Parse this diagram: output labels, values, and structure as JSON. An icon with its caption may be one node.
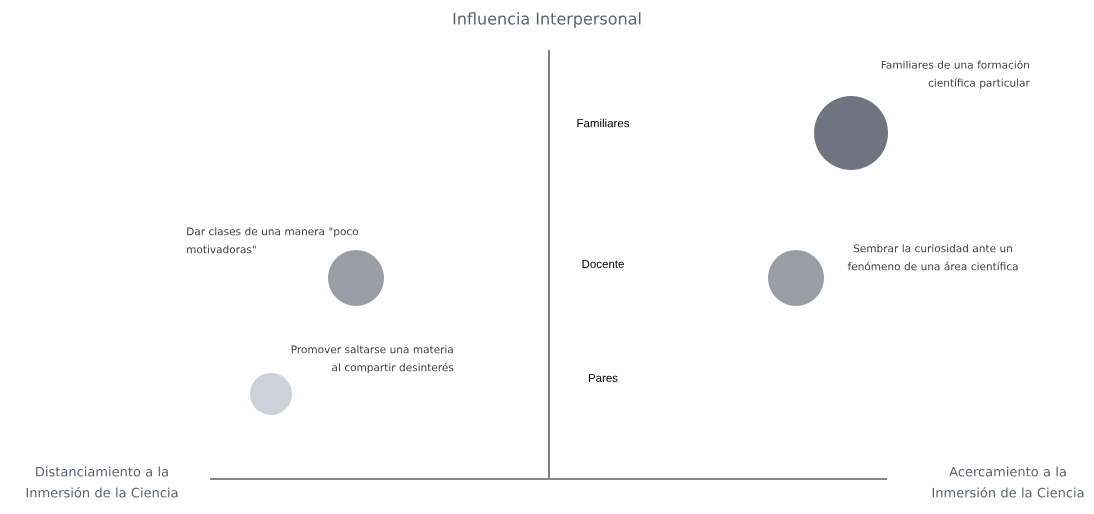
{
  "diagram": {
    "title": "Influencia Interpersonal",
    "nodes": [
      {
        "text": [],
        "shape": "circle",
        "beside": [
          "Familiares de una formación científica particular"
        ]
      },
      {
        "text": [],
        "shape": "circle",
        "beside": [
          "Dar clases de una manera \"poco motivadoras\""
        ]
      },
      {
        "text": [],
        "shape": "circle",
        "beside": [
          "Sembrar la curiosidad ante un fenómeno de una área científica"
        ]
      },
      {
        "text": [],
        "shape": "circle",
        "beside": [
          "Promover saltarse una materia al compartir desinterés"
        ]
      }
    ],
    "labels": [
      "Familiares",
      "Docente",
      "Pares",
      "Distanciamiento a la Inmersión de la Ciencia",
      "Acercamiento a la Inmersión de la Ciencia"
    ]
  }
}
